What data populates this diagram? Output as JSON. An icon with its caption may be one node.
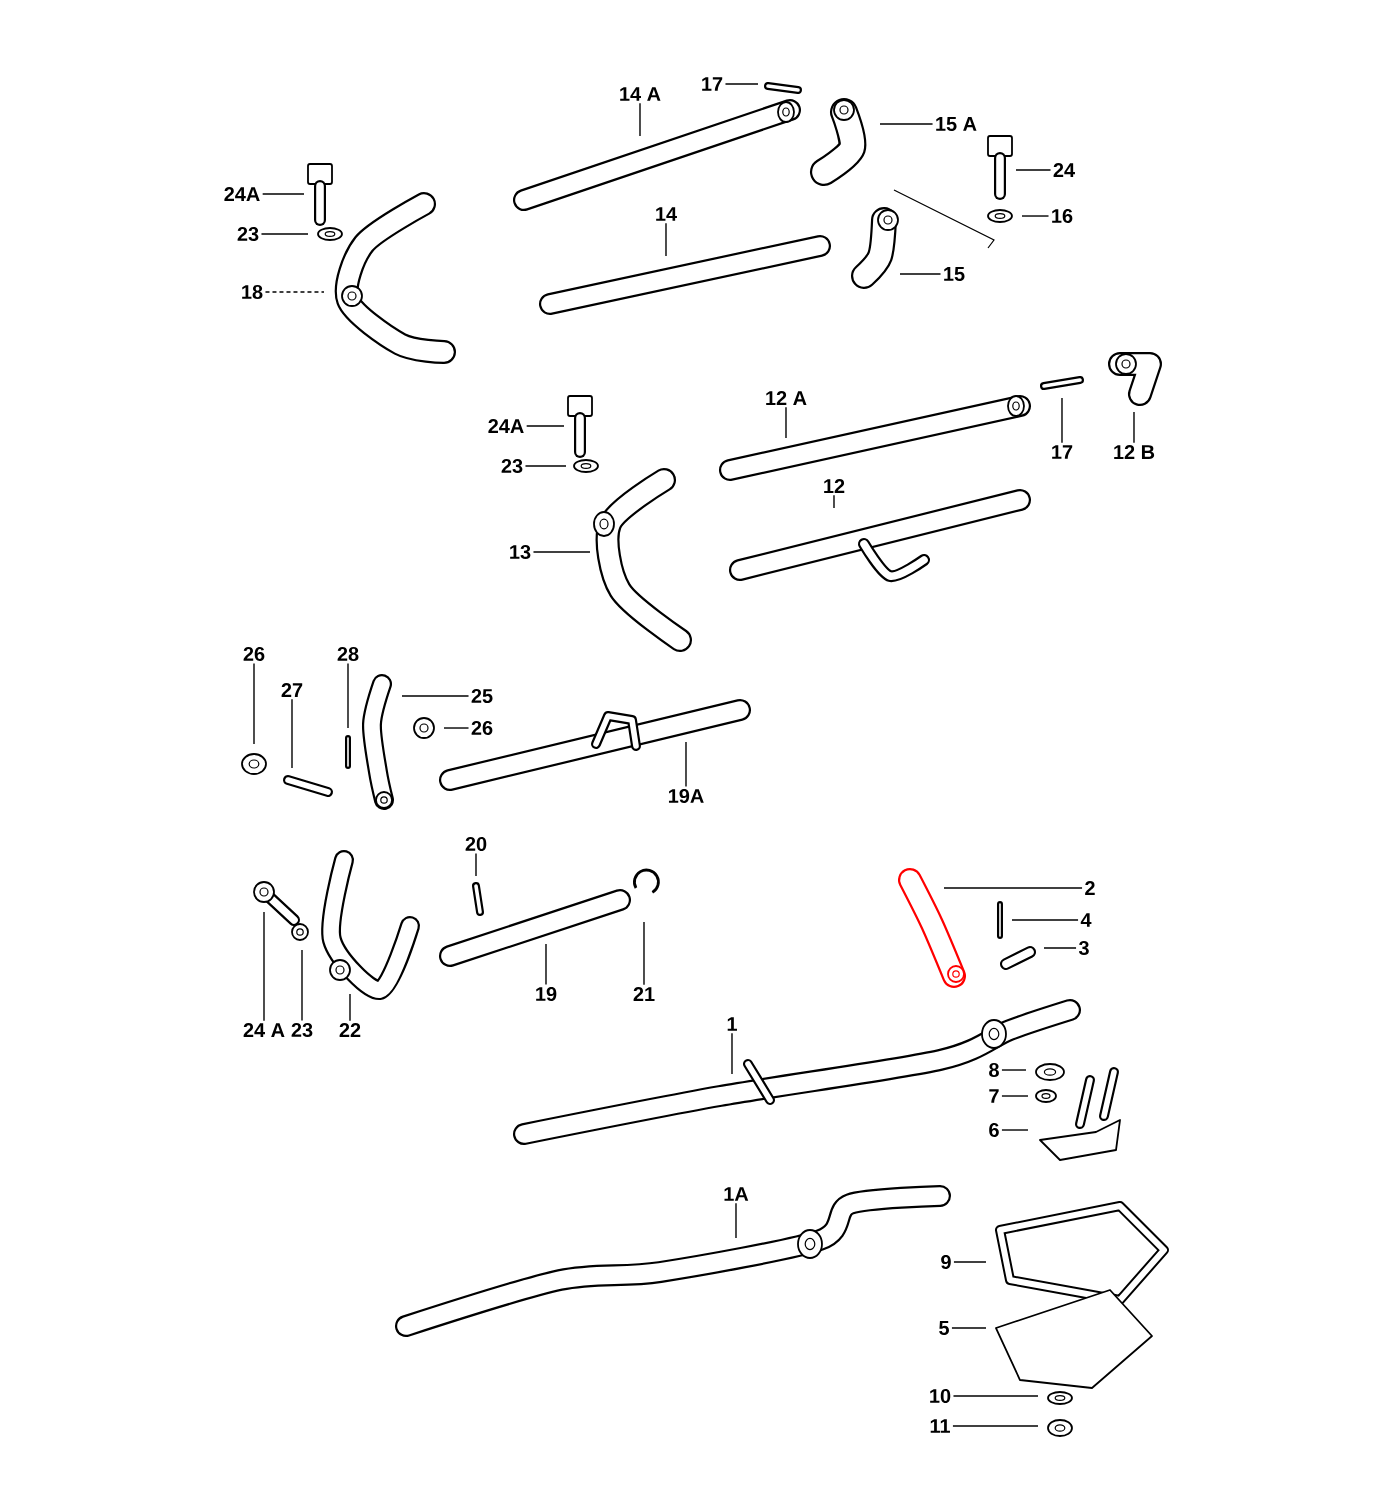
{
  "diagram": {
    "nodes": [
      {
        "text": [
          "14 A"
        ]
      },
      {
        "text": [
          "17"
        ]
      },
      {
        "text": [
          "15 A"
        ]
      },
      {
        "text": [
          "24"
        ]
      },
      {
        "text": [
          "16"
        ]
      },
      {
        "text": [
          "15"
        ]
      },
      {
        "text": [
          "14"
        ]
      },
      {
        "text": [
          "24A"
        ]
      },
      {
        "text": [
          "23"
        ]
      },
      {
        "text": [
          "18"
        ]
      },
      {
        "text": [
          "12 A"
        ]
      },
      {
        "text": [
          "12"
        ]
      },
      {
        "text": [
          "17"
        ]
      },
      {
        "text": [
          "12 B"
        ]
      },
      {
        "text": [
          "24A"
        ]
      },
      {
        "text": [
          "23"
        ]
      },
      {
        "text": [
          "13"
        ]
      },
      {
        "text": [
          "26"
        ]
      },
      {
        "text": [
          "27"
        ]
      },
      {
        "text": [
          "28"
        ]
      },
      {
        "text": [
          "25"
        ]
      },
      {
        "text": [
          "26"
        ]
      },
      {
        "text": [
          "19A"
        ]
      },
      {
        "text": [
          "20"
        ]
      },
      {
        "text": [
          "24 A"
        ]
      },
      {
        "text": [
          "23"
        ]
      },
      {
        "text": [
          "22"
        ]
      },
      {
        "text": [
          "19"
        ]
      },
      {
        "text": [
          "21"
        ]
      },
      {
        "text": [
          "2"
        ]
      },
      {
        "text": [
          "4"
        ]
      },
      {
        "text": [
          "3"
        ]
      },
      {
        "text": [
          "1"
        ]
      },
      {
        "text": [
          "8"
        ]
      },
      {
        "text": [
          "7"
        ]
      },
      {
        "text": [
          "6"
        ]
      },
      {
        "text": [
          "1A"
        ]
      },
      {
        "text": [
          "9"
        ]
      },
      {
        "text": [
          "5"
        ]
      },
      {
        "text": [
          "10"
        ]
      },
      {
        "text": [
          "11"
        ]
      }
    ],
    "edges": [
      {
        "from": 0,
        "to": null,
        "arrow": "none"
      },
      {
        "from": 1,
        "to": null,
        "arrow": "none"
      },
      {
        "from": 2,
        "to": null,
        "arrow": "none"
      },
      {
        "from": 3,
        "to": null,
        "arrow": "none"
      },
      {
        "from": 4,
        "to": null,
        "arrow": "none"
      },
      {
        "from": 5,
        "to": null,
        "arrow": "none"
      },
      {
        "from": 6,
        "to": null,
        "arrow": "none"
      },
      {
        "from": 7,
        "to": null,
        "arrow": "none"
      },
      {
        "from": 8,
        "to": null,
        "arrow": "none"
      },
      {
        "from": 9,
        "to": null,
        "arrow": "none",
        "style": "dashed"
      },
      {
        "from": 10,
        "to": null,
        "arrow": "none"
      },
      {
        "from": 11,
        "to": null,
        "arrow": "none"
      },
      {
        "from": 12,
        "to": null,
        "arrow": "none"
      },
      {
        "from": 13,
        "to": null,
        "arrow": "none"
      },
      {
        "from": 14,
        "to": null,
        "arrow": "none"
      },
      {
        "from": 15,
        "to": null,
        "arrow": "none"
      },
      {
        "from": 16,
        "to": null,
        "arrow": "none"
      },
      {
        "from": 17,
        "to": null,
        "arrow": "none"
      },
      {
        "from": 18,
        "to": null,
        "arrow": "none"
      },
      {
        "from": 19,
        "to": null,
        "arrow": "none"
      },
      {
        "from": 20,
        "to": null,
        "arrow": "none"
      },
      {
        "from": 21,
        "to": null,
        "arrow": "none"
      },
      {
        "from": 22,
        "to": null,
        "arrow": "none"
      },
      {
        "from": 23,
        "to": null,
        "arrow": "none"
      },
      {
        "from": 24,
        "to": null,
        "arrow": "none"
      },
      {
        "from": 25,
        "to": null,
        "arrow": "none"
      },
      {
        "from": 26,
        "to": null,
        "arrow": "none"
      },
      {
        "from": 27,
        "to": null,
        "arrow": "none"
      },
      {
        "from": 28,
        "to": null,
        "arrow": "none"
      },
      {
        "from": 29,
        "to": null,
        "arrow": "none"
      },
      {
        "from": 30,
        "to": null,
        "arrow": "none"
      },
      {
        "from": 31,
        "to": null,
        "arrow": "none"
      },
      {
        "from": 32,
        "to": null,
        "arrow": "none"
      },
      {
        "from": 33,
        "to": null,
        "arrow": "none"
      },
      {
        "from": 34,
        "to": null,
        "arrow": "none"
      },
      {
        "from": 35,
        "to": null,
        "arrow": "none"
      },
      {
        "from": 36,
        "to": null,
        "arrow": "none"
      },
      {
        "from": 37,
        "to": null,
        "arrow": "none"
      },
      {
        "from": 38,
        "to": null,
        "arrow": "none"
      },
      {
        "from": 39,
        "to": null,
        "arrow": "none"
      },
      {
        "from": 40,
        "to": null,
        "arrow": "none"
      }
    ]
  }
}
